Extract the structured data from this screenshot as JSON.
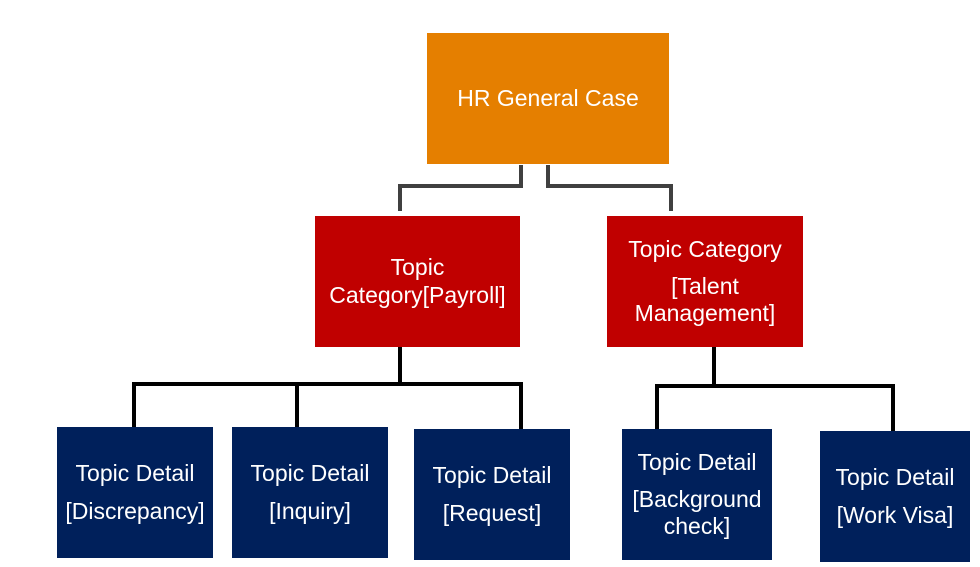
{
  "colors": {
    "root": "#E57F00",
    "category": "#C00000",
    "detail": "#00205B",
    "connector_top": "#404040",
    "connector": "#000000"
  },
  "root": {
    "lines": [
      "HR General Case"
    ]
  },
  "categories": [
    {
      "lines": [
        "Topic",
        "Category[Payroll]"
      ],
      "details": [
        {
          "lines": [
            "Topic Detail",
            "[Discrepancy]"
          ]
        },
        {
          "lines": [
            "Topic Detail",
            "[Inquiry]"
          ]
        },
        {
          "lines": [
            "Topic Detail",
            "[Request]"
          ]
        }
      ]
    },
    {
      "lines": [
        "Topic Category",
        "[Talent",
        "Management]"
      ],
      "details": [
        {
          "lines": [
            "Topic Detail",
            "[Background",
            "check]"
          ]
        },
        {
          "lines": [
            "Topic Detail",
            "[Work Visa]"
          ]
        }
      ]
    }
  ]
}
